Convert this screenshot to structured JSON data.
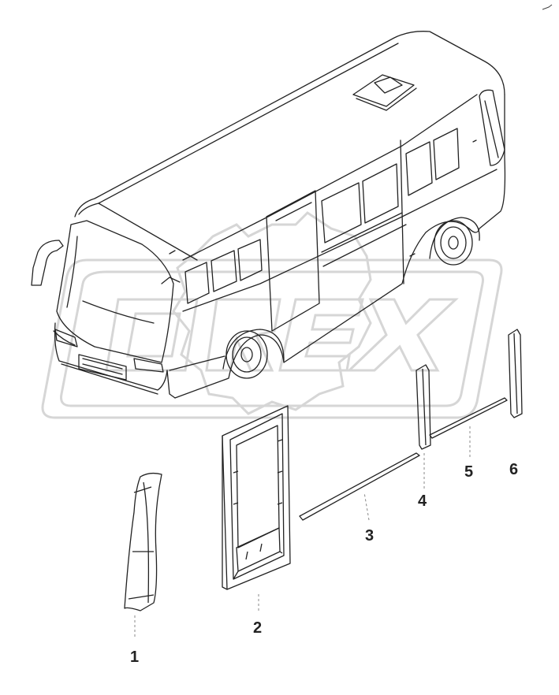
{
  "diagram": {
    "watermark_text": "OREX",
    "colors": {
      "line": "#222222",
      "watermark": "#d6d6d6",
      "background": "#ffffff"
    },
    "callouts": [
      {
        "id": "1",
        "label": "1"
      },
      {
        "id": "2",
        "label": "2"
      },
      {
        "id": "3",
        "label": "3"
      },
      {
        "id": "4",
        "label": "4"
      },
      {
        "id": "5",
        "label": "5"
      },
      {
        "id": "6",
        "label": "6"
      }
    ]
  }
}
